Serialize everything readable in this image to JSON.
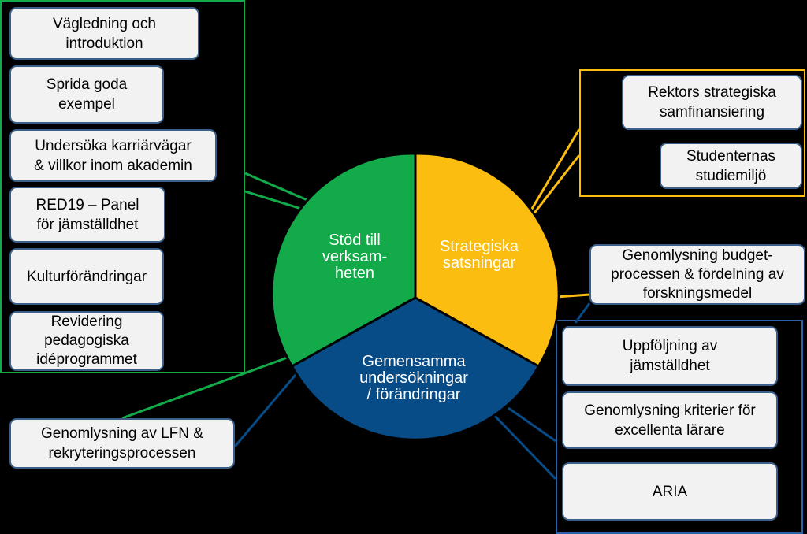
{
  "colors": {
    "green": "#13aa4a",
    "yellow": "#fbbd0f",
    "blue": "#074b87",
    "box_fill": "#f2f2f2",
    "box_border": "#3a5f8a"
  },
  "segments": {
    "stod": "Stöd till\nverksam-\nheten",
    "strategiska": "Strategiska\nsatsningar",
    "gemensamma": "Gemensamma\nundersökningar\n/ förändringar"
  },
  "green_items": [
    "Vägledning och\nintroduktion",
    "Sprida goda\nexempel",
    "Undersöka karriärvägar\n& villkor inom akademin",
    "RED19 – Panel\nför jämställdhet",
    "Kulturförändringar",
    "Revidering\npedagogiska\nidéprogrammet"
  ],
  "yellow_items": [
    "Rektors strategiska\nsamfinansiering",
    "Studenternas\nstudiemiljö"
  ],
  "shared_item": "Genomlysning budget-\nprocessen & fördelning av\nforskningsmedel",
  "blue_items": [
    "Uppföljning av\njämställdhet",
    "Genomlysning kriterier för\nexcellenta lärare",
    "ARIA"
  ],
  "bottom_item": "Genomlysning av LFN &\nrekryteringsprocessen"
}
